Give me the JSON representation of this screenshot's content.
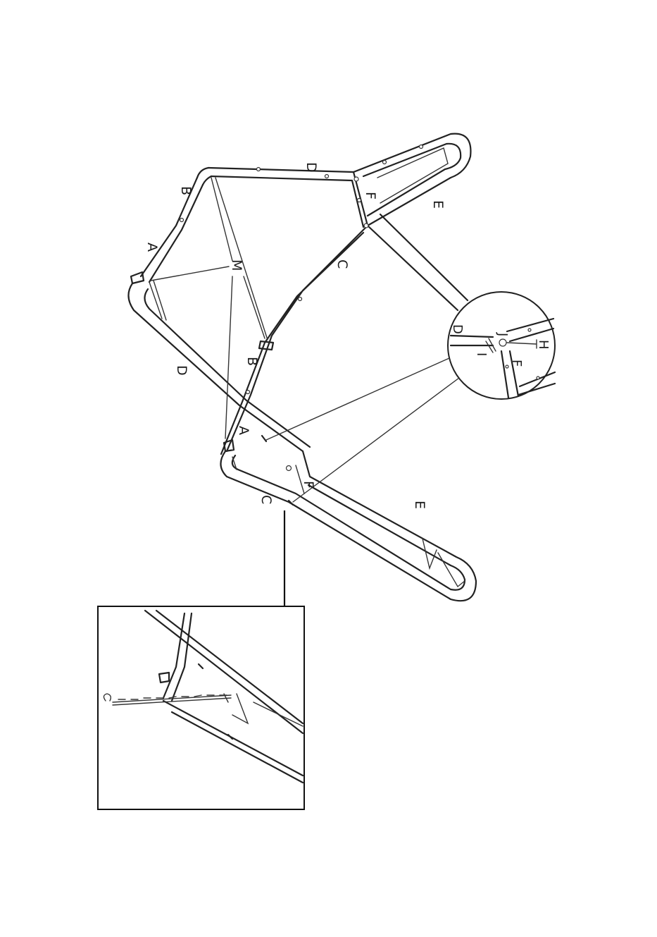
{
  "diagram": {
    "labels": {
      "d_top": "D",
      "e_top": "E",
      "f_top": "F",
      "b_top": "B",
      "a_top": "A",
      "m": "M",
      "c_mid": "C",
      "b_mid": "B",
      "d_left": "D",
      "a_low": "A",
      "f_low": "F",
      "c_low": "C",
      "e_low": "E"
    },
    "detail_labels": {
      "d": "D",
      "j": "J",
      "h": "H",
      "i": "I",
      "f": "F"
    },
    "colors": {
      "line": "#222222",
      "background": "#ffffff"
    }
  }
}
